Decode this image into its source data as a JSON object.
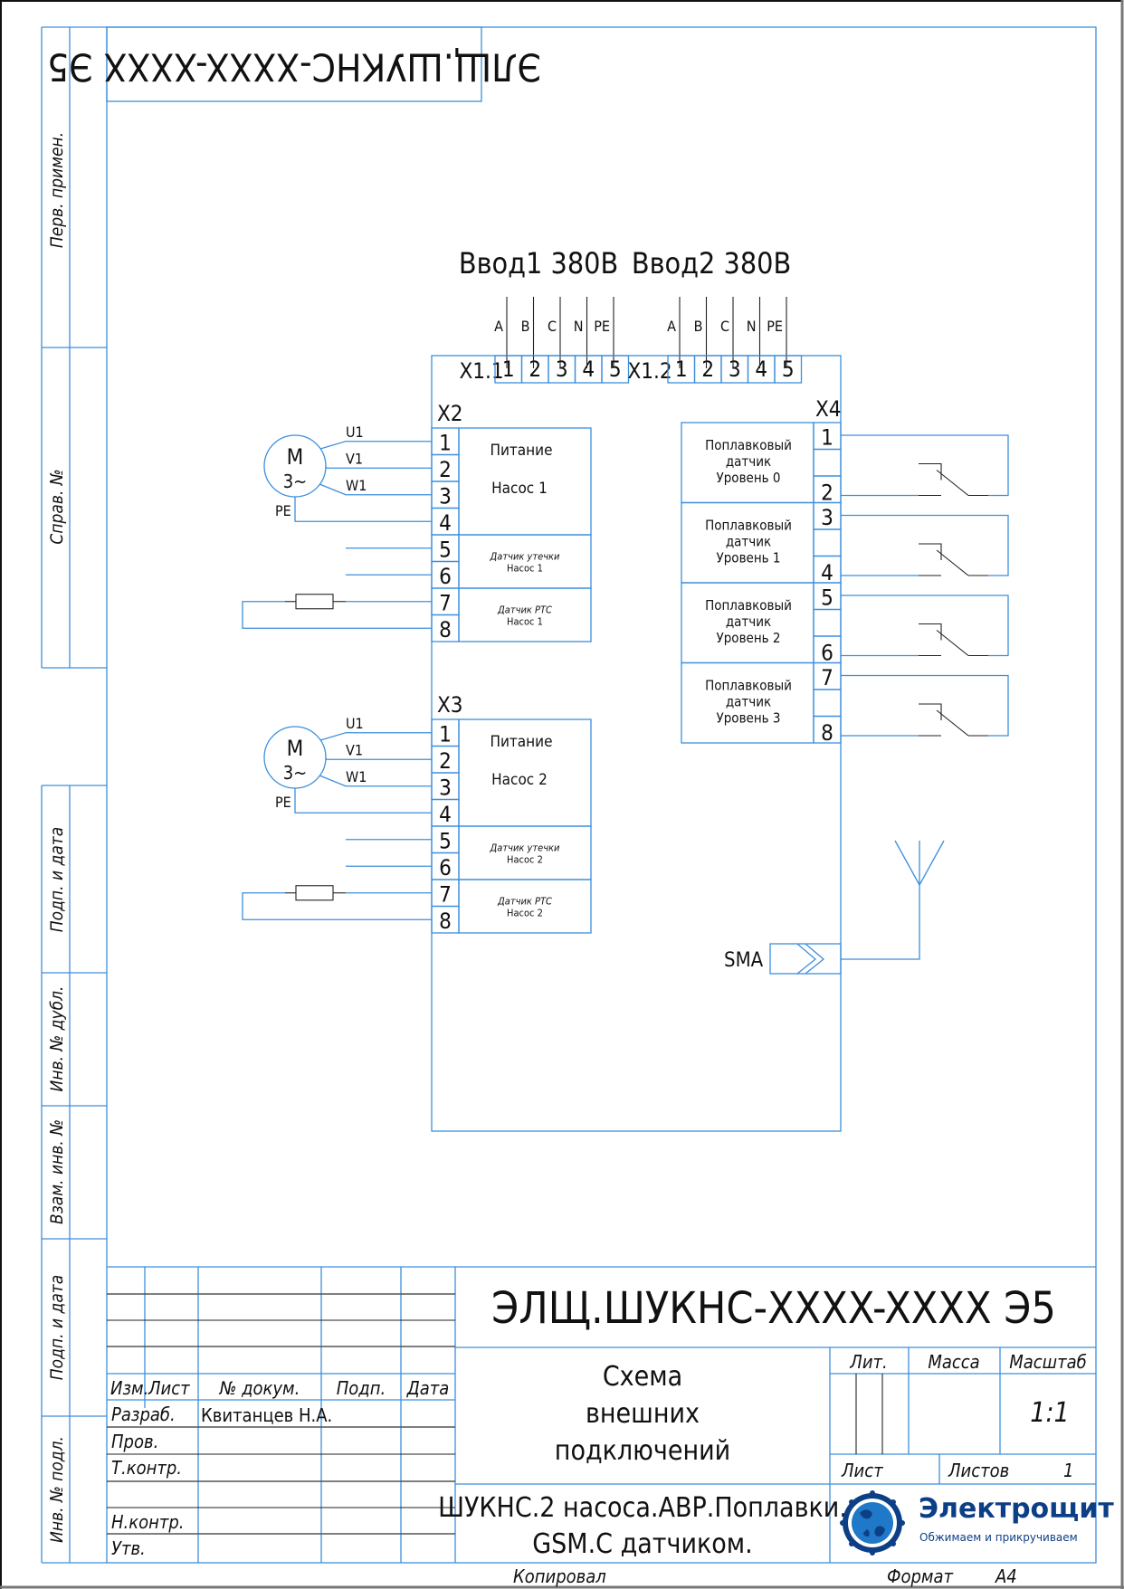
{
  "colors": {
    "line": "#3d8fdc",
    "ink": "#111111",
    "logo_dark": "#0d3f86",
    "logo_light": "#1f78c8"
  },
  "rotated_code": "ЭЛЩ.ШУКНС-XXXX-XXXX Э5",
  "side_labels": [
    "Перв. примен.",
    "Справ. №",
    "Подп. и дата",
    "Инв. № дубл.",
    "Взам. инв. №",
    "Подп. и дата",
    "Инв. № подл."
  ],
  "inputs": {
    "input1_title": "Ввод1 380В",
    "input2_title": "Ввод2 380В",
    "phases": [
      "A",
      "B",
      "C",
      "N",
      "PE"
    ],
    "x11_label": "X1.1",
    "x12_label": "X1.2",
    "terminals": [
      "1",
      "2",
      "3",
      "4",
      "5"
    ]
  },
  "pump_blocks": [
    {
      "connector": "X2",
      "motor": {
        "symbol": "M",
        "phase": "3~",
        "wires": [
          "U1",
          "V1",
          "W1"
        ],
        "ground": "PE"
      },
      "terminals": [
        "1",
        "2",
        "3",
        "4",
        "5",
        "6",
        "7",
        "8"
      ],
      "groups": [
        {
          "line1": "Питание",
          "line2": "Насос 1"
        },
        {
          "line1": "Датчик утечки",
          "line2": "Насос 1"
        },
        {
          "line1": "Датчик PTC",
          "line2": "Насос 1"
        }
      ]
    },
    {
      "connector": "X3",
      "motor": {
        "symbol": "M",
        "phase": "3~",
        "wires": [
          "U1",
          "V1",
          "W1"
        ],
        "ground": "PE"
      },
      "terminals": [
        "1",
        "2",
        "3",
        "4",
        "5",
        "6",
        "7",
        "8"
      ],
      "groups": [
        {
          "line1": "Питание",
          "line2": "Насос 2"
        },
        {
          "line1": "Датчик утечки",
          "line2": "Насос 2"
        },
        {
          "line1": "Датчик PTC",
          "line2": "Насос 2"
        }
      ]
    }
  ],
  "float_block": {
    "connector": "X4",
    "terminals": [
      "1",
      "2",
      "3",
      "4",
      "5",
      "6",
      "7",
      "8"
    ],
    "sensors": [
      {
        "l1": "Поплавковый",
        "l2": "датчик",
        "l3": "Уровень 0"
      },
      {
        "l1": "Поплавковый",
        "l2": "датчик",
        "l3": "Уровень 1"
      },
      {
        "l1": "Поплавковый",
        "l2": "датчик",
        "l3": "Уровень 2"
      },
      {
        "l1": "Поплавковый",
        "l2": "датчик",
        "l3": "Уровень 3"
      }
    ]
  },
  "antenna": {
    "label": "SMA"
  },
  "title_block": {
    "designation": "ЭЛЩ.ШУКНС-XXXX-XXXX Э5",
    "doc_title": [
      "Схема",
      "внешних",
      "подключений"
    ],
    "product_name": [
      "ШУКНС.2 насоса.АВР.Поплавки.",
      "GSM.С датчиком."
    ],
    "headers": {
      "izm": "Изм.",
      "list": "Лист",
      "doc_no": "№ докум.",
      "sign": "Подп.",
      "date": "Дата"
    },
    "roles": [
      "Разраб.",
      "Пров.",
      "Т.контр.",
      "",
      "Н.контр.",
      "Утв."
    ],
    "developer": "Квитанцев Н.А.",
    "lit_label": "Лит.",
    "mass_label": "Масса",
    "scale_label": "Масштаб",
    "scale_value": "1:1",
    "sheet_label": "Лист",
    "sheets_label": "Листов",
    "sheets_value": "1",
    "copied": "Копировал",
    "format_label": "Формат",
    "format_value": "A4"
  },
  "logo": {
    "name": "Электрощит",
    "slogan": "Обжимаем и прикручиваем"
  }
}
